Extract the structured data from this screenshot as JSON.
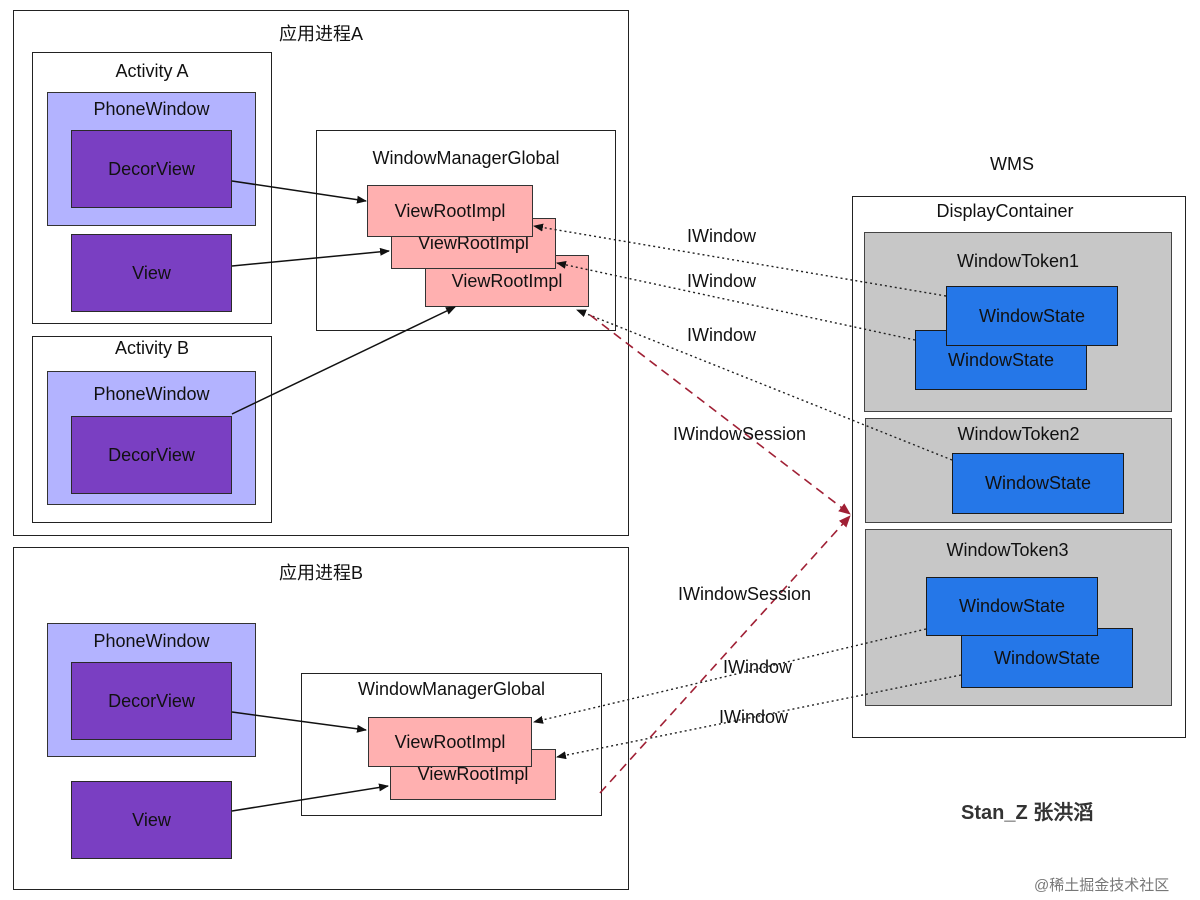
{
  "procA": {
    "title": "应用进程A",
    "activityA": {
      "title": "Activity A",
      "phone": "PhoneWindow",
      "decor": "DecorView",
      "view": "View"
    },
    "activityB": {
      "title": "Activity B",
      "phone": "PhoneWindow",
      "decor": "DecorView"
    },
    "wmg": {
      "title": "WindowManagerGlobal",
      "vri1": "ViewRootImpl",
      "vri2": "ViewRootImpl",
      "vri3": "ViewRootImpl"
    }
  },
  "procB": {
    "title": "应用进程B",
    "phone": "PhoneWindow",
    "decor": "DecorView",
    "view": "View",
    "wmg": {
      "title": "WindowManagerGlobal",
      "vri1": "ViewRootImpl",
      "vri2": "ViewRootImpl"
    }
  },
  "wms": {
    "title": "WMS",
    "display": "DisplayContainer",
    "token1": {
      "title": "WindowToken1",
      "ws1": "WindowState",
      "ws2": "WindowState"
    },
    "token2": {
      "title": "WindowToken2",
      "ws1": "WindowState"
    },
    "token3": {
      "title": "WindowToken3",
      "ws1": "WindowState",
      "ws2": "WindowState"
    }
  },
  "edges": {
    "iwindow1": "IWindow",
    "iwindow2": "IWindow",
    "iwindow3": "IWindow",
    "session1": "IWindowSession",
    "session2": "IWindowSession",
    "iwindow4": "IWindow",
    "iwindow5": "IWindow"
  },
  "watermark": "Stan_Z 张洪滔",
  "credit": "@稀土掘金技术社区",
  "colors": {
    "phone": "#b3b3ff",
    "view": "#7a3fc2",
    "viewroot": "#ffb0b0",
    "token": "#c7c7c7",
    "windowstate": "#2577e8",
    "session_arrow": "#b03040"
  }
}
